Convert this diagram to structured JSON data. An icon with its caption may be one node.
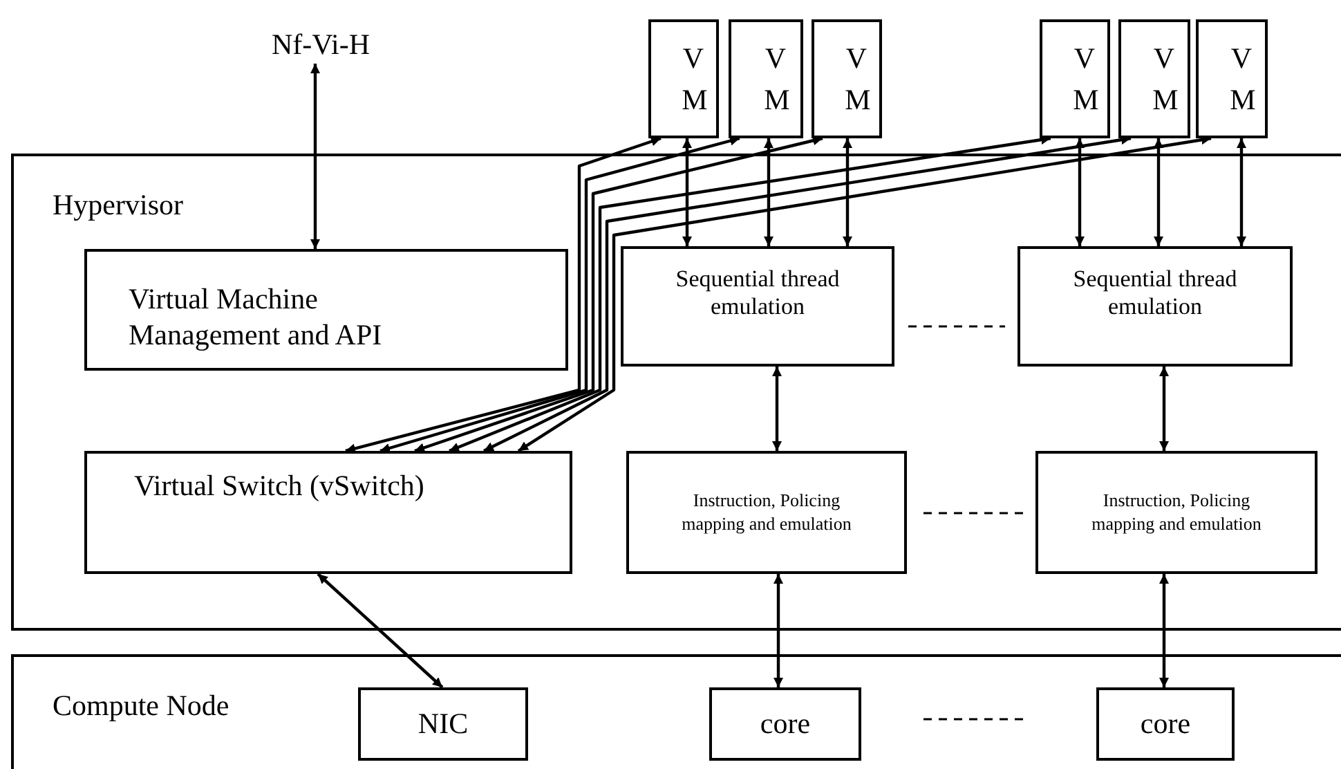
{
  "diagram": {
    "nodes": [
      {
        "text": [
          "Nf-Vi-H"
        ]
      },
      {
        "text": [
          "V M"
        ]
      },
      {
        "text": [
          "V M"
        ]
      },
      {
        "text": [
          "V M"
        ]
      },
      {
        "text": [
          "V M"
        ]
      },
      {
        "text": [
          "V M"
        ]
      },
      {
        "text": [
          "V M"
        ]
      },
      {
        "text": [
          "Hypervisor"
        ]
      },
      {
        "text": [
          "Virtual Machine Management and API"
        ],
        "in": 7
      },
      {
        "text": [
          "Sequential thread emulation"
        ],
        "in": 7
      },
      {
        "text": [
          "Sequential thread emulation"
        ],
        "in": 7
      },
      {
        "text": [
          "Virtual Switch (vSwitch)"
        ],
        "in": 7
      },
      {
        "text": [
          "Instruction, Policing mapping and emulation"
        ],
        "in": 7
      },
      {
        "text": [
          "Instruction, Policing mapping and emulation"
        ],
        "in": 7
      },
      {
        "text": [
          "Compute Node"
        ]
      },
      {
        "text": [
          "NIC"
        ],
        "in": 14
      },
      {
        "text": [
          "core"
        ],
        "in": 14
      },
      {
        "text": [
          "core"
        ],
        "in": 14
      }
    ],
    "edges": [
      {
        "from": 0,
        "to": 8,
        "arrow": "both"
      },
      {
        "from": 1,
        "to": 9,
        "arrow": "both"
      },
      {
        "from": 2,
        "to": 9,
        "arrow": "both"
      },
      {
        "from": 3,
        "to": 9,
        "arrow": "both"
      },
      {
        "from": 4,
        "to": 10,
        "arrow": "both"
      },
      {
        "from": 5,
        "to": 10,
        "arrow": "both"
      },
      {
        "from": 6,
        "to": 10,
        "arrow": "both"
      },
      {
        "from": 11,
        "to": 1,
        "arrow": "both"
      },
      {
        "from": 11,
        "to": 2,
        "arrow": "both"
      },
      {
        "from": 11,
        "to": 3,
        "arrow": "both"
      },
      {
        "from": 11,
        "to": 4,
        "arrow": "both"
      },
      {
        "from": 11,
        "to": 5,
        "arrow": "both"
      },
      {
        "from": 11,
        "to": 6,
        "arrow": "both"
      },
      {
        "from": 9,
        "to": 12,
        "arrow": "both"
      },
      {
        "from": 10,
        "to": 13,
        "arrow": "both"
      },
      {
        "from": 11,
        "to": 15,
        "arrow": "both"
      },
      {
        "from": 12,
        "to": 16,
        "arrow": "both"
      },
      {
        "from": 13,
        "to": 17,
        "arrow": "both"
      }
    ]
  }
}
